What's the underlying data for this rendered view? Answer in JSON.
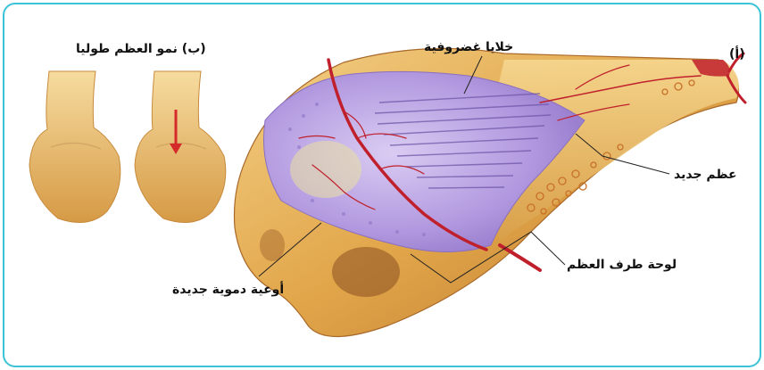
{
  "labels": {
    "panel_b": "(ب) نمو العظم طوليا",
    "panel_a": "(أ)",
    "cartilage_cells": "خلايا غضروفية",
    "new_bone": "عظم جديد",
    "epiphyseal_plate": "لوحة طرف العظم",
    "new_blood_vessels": "أوعية دموية جديدة"
  },
  "colors": {
    "frame": "#3cc3d6",
    "bone": "#e2a64a",
    "bone_dark": "#b9782c",
    "cartilage": "#b9a3e3",
    "vessel": "#c0202c",
    "arrow": "#d42a2a"
  }
}
